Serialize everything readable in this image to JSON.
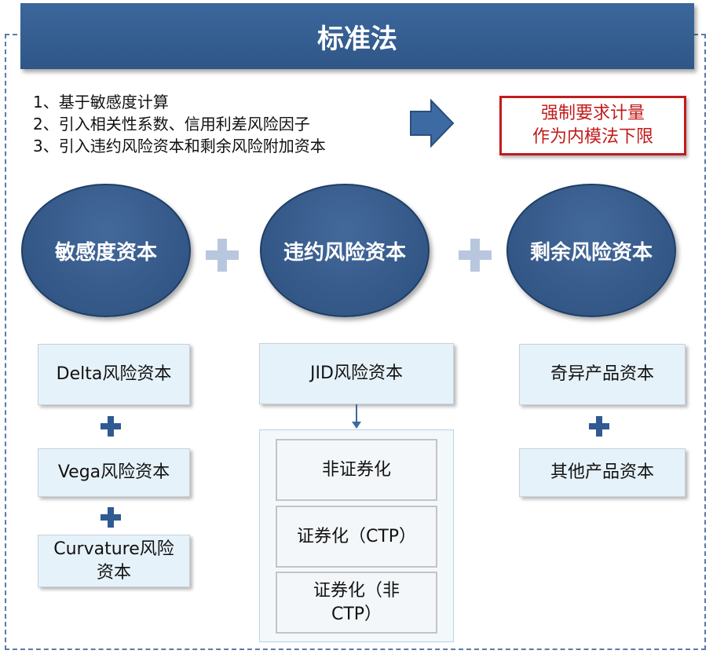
{
  "title": "标准法",
  "points": [
    "1、基于敏感度计算",
    "2、引入相关性系数、信用利差风险因子",
    "3、引入违约风险资本和剩余风险附加资本"
  ],
  "floor_note": {
    "line1": "强制要求计量",
    "line2": "作为内模法下限"
  },
  "capitals": {
    "sensitivity": "敏感度资本",
    "default": "违约风险资本",
    "residual": "剩余风险资本"
  },
  "sensitivity_items": {
    "delta": "Delta风险资本",
    "vega": "Vega风险资本",
    "curvature": "Curvature风险资本"
  },
  "default_items": {
    "jid": "JID风险资本",
    "non_securitization": "非证券化",
    "securitization_ctp": "证券化（CTP）",
    "securitization_non_ctp": "证券化（非CTP）"
  },
  "residual_items": {
    "exotic": "奇异产品资本",
    "other": "其他产品资本"
  },
  "colors": {
    "title_bg": "#3c679c",
    "accent_red": "#c21b1b",
    "plus": "#b9c7de",
    "small_plus": "#2f5a92"
  }
}
